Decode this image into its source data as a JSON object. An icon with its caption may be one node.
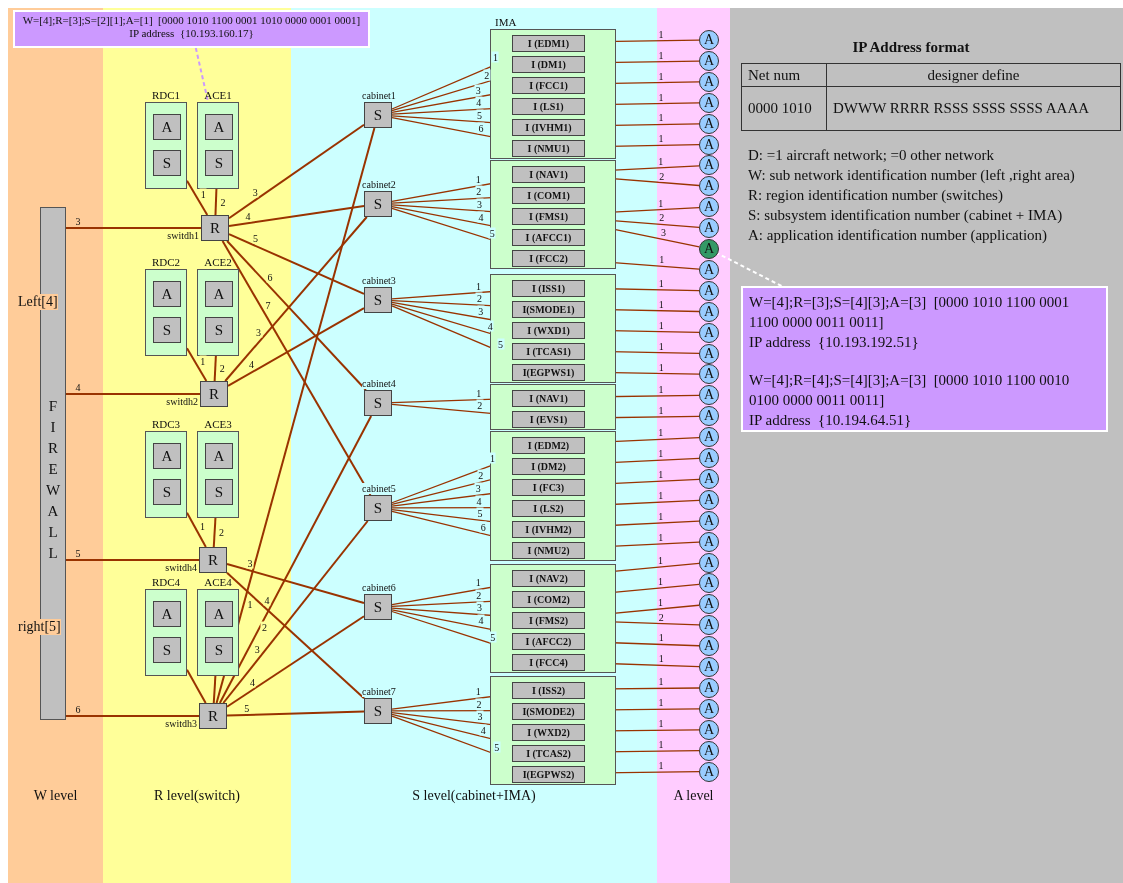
{
  "diagram": {
    "nodes": [
      {
        "text": [
          "W level"
        ]
      },
      {
        "text": [
          "R level(switch)"
        ]
      },
      {
        "text": [
          "S level(cabinet+IMA)"
        ]
      },
      {
        "text": [
          "A level"
        ]
      },
      {
        "text": [
          "FIREWALL"
        ],
        "beside": [
          "Left[4]",
          "right[5]"
        ],
        "in": 0
      },
      {
        "text": [
          "RDC1"
        ],
        "in": 1
      },
      {
        "text": [
          "A"
        ],
        "in": 5
      },
      {
        "text": [
          "S"
        ],
        "in": 5
      },
      {
        "text": [
          "ACE1"
        ],
        "in": 1
      },
      {
        "text": [
          "A"
        ],
        "in": 8
      },
      {
        "text": [
          "S"
        ],
        "in": 8
      },
      {
        "text": [
          "R"
        ],
        "beside": [
          "switdh1"
        ],
        "in": 1
      },
      {
        "text": [
          "RDC2"
        ],
        "in": 1
      },
      {
        "text": [
          "A"
        ],
        "in": 12
      },
      {
        "text": [
          "S"
        ],
        "in": 12
      },
      {
        "text": [
          "ACE2"
        ],
        "in": 1
      },
      {
        "text": [
          "A"
        ],
        "in": 15
      },
      {
        "text": [
          "S"
        ],
        "in": 15
      },
      {
        "text": [
          "R"
        ],
        "beside": [
          "switdh2"
        ],
        "in": 1
      },
      {
        "text": [
          "RDC3"
        ],
        "in": 1
      },
      {
        "text": [
          "A"
        ],
        "in": 19
      },
      {
        "text": [
          "S"
        ],
        "in": 19
      },
      {
        "text": [
          "ACE3"
        ],
        "in": 1
      },
      {
        "text": [
          "A"
        ],
        "in": 22
      },
      {
        "text": [
          "S"
        ],
        "in": 22
      },
      {
        "text": [
          "R"
        ],
        "beside": [
          "switdh4"
        ],
        "in": 1
      },
      {
        "text": [
          "RDC4"
        ],
        "in": 1
      },
      {
        "text": [
          "A"
        ],
        "in": 26
      },
      {
        "text": [
          "S"
        ],
        "in": 26
      },
      {
        "text": [
          "ACE4"
        ],
        "in": 1
      },
      {
        "text": [
          "A"
        ],
        "in": 29
      },
      {
        "text": [
          "S"
        ],
        "in": 29
      },
      {
        "text": [
          "R"
        ],
        "beside": [
          "switdh3"
        ],
        "in": 1
      },
      {
        "text": [
          "S"
        ],
        "beside": [
          "cabinet1"
        ],
        "in": 2
      },
      {
        "text": [
          "S"
        ],
        "beside": [
          "cabinet2"
        ],
        "in": 2
      },
      {
        "text": [
          "S"
        ],
        "beside": [
          "cabinet3"
        ],
        "in": 2
      },
      {
        "text": [
          "S"
        ],
        "beside": [
          "cabinet4"
        ],
        "in": 2
      },
      {
        "text": [
          "S"
        ],
        "beside": [
          "cabinet5"
        ],
        "in": 2
      },
      {
        "text": [
          "S"
        ],
        "beside": [
          "cabinet6"
        ],
        "in": 2
      },
      {
        "text": [
          "S"
        ],
        "beside": [
          "cabinet7"
        ],
        "in": 2
      },
      {
        "text": [
          "IMA"
        ],
        "in": 2
      },
      {
        "text": [
          "I (EDM1)"
        ],
        "in": 40
      },
      {
        "text": [
          "I (DM1)"
        ],
        "in": 40
      },
      {
        "text": [
          "I (FCC1)"
        ],
        "in": 40
      },
      {
        "text": [
          "I (LS1)"
        ],
        "in": 40
      },
      {
        "text": [
          "I (IVHM1)"
        ],
        "in": 40
      },
      {
        "text": [
          "I (NMU1)"
        ],
        "in": 40
      },
      {
        "text": [],
        "shape": "box",
        "in": 2
      },
      {
        "text": [
          "I (NAV1)"
        ],
        "in": 47
      },
      {
        "text": [
          "I (COM1)"
        ],
        "in": 47
      },
      {
        "text": [
          "I (FMS1)"
        ],
        "in": 47
      },
      {
        "text": [
          "I (AFCC1)"
        ],
        "in": 47
      },
      {
        "text": [
          "I (FCC2)"
        ],
        "in": 47
      },
      {
        "text": [],
        "shape": "box",
        "in": 2
      },
      {
        "text": [
          "I (ISS1)"
        ],
        "in": 53
      },
      {
        "text": [
          "I(SMODE1)"
        ],
        "in": 53
      },
      {
        "text": [
          "I (WXD1)"
        ],
        "in": 53
      },
      {
        "text": [
          "I (TCAS1)"
        ],
        "in": 53
      },
      {
        "text": [
          "I(EGPWS1)"
        ],
        "in": 53
      },
      {
        "text": [],
        "shape": "box",
        "in": 2
      },
      {
        "text": [
          "I (NAV1)"
        ],
        "in": 59
      },
      {
        "text": [
          "I (EVS1)"
        ],
        "in": 59
      },
      {
        "text": [],
        "shape": "box",
        "in": 2
      },
      {
        "text": [
          "I (EDM2)"
        ],
        "in": 62
      },
      {
        "text": [
          "I (DM2)"
        ],
        "in": 62
      },
      {
        "text": [
          "I (FC3)"
        ],
        "in": 62
      },
      {
        "text": [
          "I (LS2)"
        ],
        "in": 62
      },
      {
        "text": [
          "I (IVHM2)"
        ],
        "in": 62
      },
      {
        "text": [
          "I (NMU2)"
        ],
        "in": 62
      },
      {
        "text": [],
        "shape": "box",
        "in": 2
      },
      {
        "text": [
          "I (NAV2)"
        ],
        "in": 69
      },
      {
        "text": [
          "I (COM2)"
        ],
        "in": 69
      },
      {
        "text": [
          "I (FMS2)"
        ],
        "in": 69
      },
      {
        "text": [
          "I (AFCC2)"
        ],
        "in": 69
      },
      {
        "text": [
          "I (FCC4)"
        ],
        "in": 69
      },
      {
        "text": [],
        "shape": "box",
        "in": 2
      },
      {
        "text": [
          "I (ISS2)"
        ],
        "in": 75
      },
      {
        "text": [
          "I(SMODE2)"
        ],
        "in": 75
      },
      {
        "text": [
          "I (WXD2)"
        ],
        "in": 75
      },
      {
        "text": [
          "I (TCAS2)"
        ],
        "in": 75
      },
      {
        "text": [
          "I(EGPWS2)"
        ],
        "in": 75
      },
      {
        "text": [
          "A"
        ],
        "in": 3
      },
      {
        "text": [
          "A"
        ],
        "in": 3
      },
      {
        "text": [
          "A"
        ],
        "in": 3
      },
      {
        "text": [
          "A"
        ],
        "in": 3
      },
      {
        "text": [
          "A"
        ],
        "in": 3
      },
      {
        "text": [
          "A"
        ],
        "in": 3
      },
      {
        "text": [
          "A"
        ],
        "in": 3
      },
      {
        "text": [
          "A"
        ],
        "in": 3
      },
      {
        "text": [
          "A"
        ],
        "in": 3
      },
      {
        "text": [
          "A"
        ],
        "in": 3
      },
      {
        "text": [
          "A"
        ],
        "in": 3
      },
      {
        "text": [
          "A"
        ],
        "in": 3
      },
      {
        "text": [
          "A"
        ],
        "in": 3
      },
      {
        "text": [
          "A"
        ],
        "in": 3
      },
      {
        "text": [
          "A"
        ],
        "in": 3
      },
      {
        "text": [
          "A"
        ],
        "in": 3
      },
      {
        "text": [
          "A"
        ],
        "in": 3
      },
      {
        "text": [
          "A"
        ],
        "in": 3
      },
      {
        "text": [
          "A"
        ],
        "in": 3
      },
      {
        "text": [
          "A"
        ],
        "in": 3
      },
      {
        "text": [
          "A"
        ],
        "in": 3
      },
      {
        "text": [
          "A"
        ],
        "in": 3
      },
      {
        "text": [
          "A"
        ],
        "in": 3
      },
      {
        "text": [
          "A"
        ],
        "in": 3
      },
      {
        "text": [
          "A"
        ],
        "in": 3
      },
      {
        "text": [
          "A"
        ],
        "in": 3
      },
      {
        "text": [
          "A"
        ],
        "in": 3
      },
      {
        "text": [
          "A"
        ],
        "in": 3
      },
      {
        "text": [
          "A"
        ],
        "in": 3
      },
      {
        "text": [
          "A"
        ],
        "in": 3
      },
      {
        "text": [
          "A"
        ],
        "in": 3
      },
      {
        "text": [
          "A"
        ],
        "in": 3
      },
      {
        "text": [
          "A"
        ],
        "in": 3
      },
      {
        "text": [
          "A"
        ],
        "in": 3
      },
      {
        "text": [
          "A"
        ],
        "in": 3
      },
      {
        "text": [
          "A"
        ],
        "in": 3
      },
      {
        "text": [
          "W=[4];R=[3];S=[2][1];A=[1]  [0000 1010 1100 0001 1010 0000 0001 0001]",
          "IP address  {10.193.160.17}"
        ]
      },
      {
        "text": [
          "W=[4];R=[3];S=[4][3];A=[3]  [0000 1010 1100 0001 1100 0000 0011 0011]",
          "IP address  {10.193.192.51}",
          "W=[4];R=[4];S=[4][3];A=[3]  [0000 1010 1100 0010 0100 0000 0011 0011]",
          "IP address  {10.194.64.51}"
        ]
      }
    ],
    "edges": [
      {
        "from": 4,
        "to": 11,
        "arrow": "none",
        "label": "3"
      },
      {
        "from": 4,
        "to": 18,
        "arrow": "none",
        "label": "4"
      },
      {
        "from": 4,
        "to": 25,
        "arrow": "none",
        "label": "5"
      },
      {
        "from": 4,
        "to": 32,
        "arrow": "none",
        "label": "6"
      },
      {
        "from": 5,
        "to": 11,
        "arrow": "none",
        "label": "1"
      },
      {
        "from": 8,
        "to": 11,
        "arrow": "none",
        "label": "2"
      },
      {
        "from": 12,
        "to": 18,
        "arrow": "none",
        "label": "1"
      },
      {
        "from": 15,
        "to": 18,
        "arrow": "none",
        "label": "2"
      },
      {
        "from": 19,
        "to": 25,
        "arrow": "none",
        "label": "1"
      },
      {
        "from": 22,
        "to": 25,
        "arrow": "none",
        "label": "2"
      },
      {
        "from": 26,
        "to": 32,
        "arrow": "none"
      },
      {
        "from": 29,
        "to": 32,
        "arrow": "none"
      },
      {
        "from": 11,
        "to": 33,
        "arrow": "none",
        "label": "3"
      },
      {
        "from": 11,
        "to": 34,
        "arrow": "none",
        "label": "4"
      },
      {
        "from": 11,
        "to": 35,
        "arrow": "none",
        "label": "5"
      },
      {
        "from": 11,
        "to": 36,
        "arrow": "none",
        "label": "6"
      },
      {
        "from": 11,
        "to": 37,
        "arrow": "none",
        "label": "7"
      },
      {
        "from": 18,
        "to": 34,
        "arrow": "none",
        "label": "3"
      },
      {
        "from": 18,
        "to": 35,
        "arrow": "none",
        "label": "4"
      },
      {
        "from": 25,
        "to": 38,
        "arrow": "none",
        "label": "3"
      },
      {
        "from": 25,
        "to": 39,
        "arrow": "none",
        "label": "4"
      },
      {
        "from": 32,
        "to": 33,
        "arrow": "none",
        "label": "1"
      },
      {
        "from": 32,
        "to": 36,
        "arrow": "none",
        "label": "2"
      },
      {
        "from": 32,
        "to": 37,
        "arrow": "none",
        "label": "3"
      },
      {
        "from": 32,
        "to": 38,
        "arrow": "none",
        "label": "4"
      },
      {
        "from": 32,
        "to": 39,
        "arrow": "none",
        "label": "5"
      },
      {
        "from": 33,
        "to": 41,
        "arrow": "none",
        "label": "1"
      },
      {
        "from": 33,
        "to": 42,
        "arrow": "none",
        "label": "2"
      },
      {
        "from": 33,
        "to": 43,
        "arrow": "none",
        "label": "3"
      },
      {
        "from": 33,
        "to": 44,
        "arrow": "none",
        "label": "4"
      },
      {
        "from": 33,
        "to": 45,
        "arrow": "none",
        "label": "5"
      },
      {
        "from": 33,
        "to": 46,
        "arrow": "none",
        "label": "6"
      },
      {
        "from": 34,
        "to": 48,
        "arrow": "none",
        "label": "1"
      },
      {
        "from": 34,
        "to": 49,
        "arrow": "none",
        "label": "2"
      },
      {
        "from": 34,
        "to": 50,
        "arrow": "none",
        "label": "3"
      },
      {
        "from": 34,
        "to": 51,
        "arrow": "none",
        "label": "4"
      },
      {
        "from": 34,
        "to": 52,
        "arrow": "none",
        "label": "5"
      },
      {
        "from": 35,
        "to": 54,
        "arrow": "none",
        "label": "1"
      },
      {
        "from": 35,
        "to": 55,
        "arrow": "none",
        "label": "2"
      },
      {
        "from": 35,
        "to": 56,
        "arrow": "none",
        "label": "3"
      },
      {
        "from": 35,
        "to": 57,
        "arrow": "none",
        "label": "4"
      },
      {
        "from": 35,
        "to": 58,
        "arrow": "none",
        "label": "5"
      },
      {
        "from": 36,
        "to": 60,
        "arrow": "none",
        "label": "1"
      },
      {
        "from": 36,
        "to": 61,
        "arrow": "none",
        "label": "2"
      },
      {
        "from": 37,
        "to": 63,
        "arrow": "none",
        "label": "1"
      },
      {
        "from": 37,
        "to": 64,
        "arrow": "none",
        "label": "2"
      },
      {
        "from": 37,
        "to": 65,
        "arrow": "none",
        "label": "3"
      },
      {
        "from": 37,
        "to": 66,
        "arrow": "none",
        "label": "4"
      },
      {
        "from": 37,
        "to": 67,
        "arrow": "none",
        "label": "5"
      },
      {
        "from": 37,
        "to": 68,
        "arrow": "none",
        "label": "6"
      },
      {
        "from": 38,
        "to": 70,
        "arrow": "none",
        "label": "1"
      },
      {
        "from": 38,
        "to": 71,
        "arrow": "none",
        "label": "2"
      },
      {
        "from": 38,
        "to": 72,
        "arrow": "none",
        "label": "3"
      },
      {
        "from": 38,
        "to": 73,
        "arrow": "none",
        "label": "4"
      },
      {
        "from": 38,
        "to": 74,
        "arrow": "none",
        "label": "5"
      },
      {
        "from": 39,
        "to": 76,
        "arrow": "none",
        "label": "1"
      },
      {
        "from": 39,
        "to": 77,
        "arrow": "none",
        "label": "2"
      },
      {
        "from": 39,
        "to": 78,
        "arrow": "none",
        "label": "3"
      },
      {
        "from": 39,
        "to": 79,
        "arrow": "none",
        "label": "4"
      },
      {
        "from": 39,
        "to": 80,
        "arrow": "none",
        "label": "5"
      },
      {
        "from": 41,
        "to": 81,
        "arrow": "none",
        "label": "1"
      },
      {
        "from": 42,
        "to": 82,
        "arrow": "none",
        "label": "1"
      },
      {
        "from": 43,
        "to": 83,
        "arrow": "none",
        "label": "1"
      },
      {
        "from": 44,
        "to": 84,
        "arrow": "none",
        "label": "1"
      },
      {
        "from": 45,
        "to": 85,
        "arrow": "none",
        "label": "1"
      },
      {
        "from": 46,
        "to": 86,
        "arrow": "none",
        "label": "1"
      },
      {
        "from": 48,
        "to": 87,
        "arrow": "none",
        "label": "1"
      },
      {
        "from": 48,
        "to": 88,
        "arrow": "none",
        "label": "2"
      },
      {
        "from": 50,
        "to": 89,
        "arrow": "none",
        "label": "1"
      },
      {
        "from": 50,
        "to": 90,
        "arrow": "none",
        "label": "2"
      },
      {
        "from": 50,
        "to": 91,
        "arrow": "none",
        "label": "3"
      },
      {
        "from": 52,
        "to": 92,
        "arrow": "none",
        "label": "1"
      },
      {
        "from": 54,
        "to": 93,
        "arrow": "none",
        "label": "1"
      },
      {
        "from": 55,
        "to": 94,
        "arrow": "none",
        "label": "1"
      },
      {
        "from": 56,
        "to": 95,
        "arrow": "none",
        "label": "1"
      },
      {
        "from": 57,
        "to": 96,
        "arrow": "none",
        "label": "1"
      },
      {
        "from": 58,
        "to": 97,
        "arrow": "none",
        "label": "1"
      },
      {
        "from": 60,
        "to": 98,
        "arrow": "none",
        "label": "1"
      },
      {
        "from": 61,
        "to": 99,
        "arrow": "none",
        "label": "1"
      },
      {
        "from": 63,
        "to": 100,
        "arrow": "none",
        "label": "1"
      },
      {
        "from": 64,
        "to": 101,
        "arrow": "none",
        "label": "1"
      },
      {
        "from": 65,
        "to": 102,
        "arrow": "none",
        "label": "1"
      },
      {
        "from": 66,
        "to": 103,
        "arrow": "none",
        "label": "1"
      },
      {
        "from": 67,
        "to": 104,
        "arrow": "none",
        "label": "1"
      },
      {
        "from": 68,
        "to": 105,
        "arrow": "none",
        "label": "1"
      },
      {
        "from": 70,
        "to": 106,
        "arrow": "none",
        "label": "1"
      },
      {
        "from": 71,
        "to": 107,
        "arrow": "none",
        "label": "1"
      },
      {
        "from": 72,
        "to": 108,
        "arrow": "none",
        "label": "1"
      },
      {
        "from": 72,
        "to": 109,
        "arrow": "none",
        "label": "2"
      },
      {
        "from": 73,
        "to": 110,
        "arrow": "none",
        "label": "1"
      },
      {
        "from": 74,
        "to": 111,
        "arrow": "none",
        "label": "1"
      },
      {
        "from": 76,
        "to": 112,
        "arrow": "none",
        "label": "1"
      },
      {
        "from": 77,
        "to": 113,
        "arrow": "none",
        "label": "1"
      },
      {
        "from": 78,
        "to": 114,
        "arrow": "none",
        "label": "1"
      },
      {
        "from": 79,
        "to": 115,
        "arrow": "none",
        "label": "1"
      },
      {
        "from": 80,
        "to": 116,
        "arrow": "none",
        "label": "1"
      },
      {
        "from": 117,
        "to": 8,
        "arrow": "none",
        "style": "dashed",
        "color": "#cc99ff"
      },
      {
        "from": 118,
        "to": 91,
        "arrow": "none",
        "style": "dashed",
        "color": "#ffffff"
      }
    ],
    "labels": [
      "IP Address format",
      "Net num",
      "designer define",
      "0000 1010",
      "DWWW RRRR RSSS SSSS SSSS AAAA",
      "D: =1 aircraft network; =0 other network",
      "W: sub network identification number (left ,right area)",
      "R: region identification number (switches)",
      "S: subsystem identification number (cabinet + IMA)",
      "A: application identification number (application)"
    ]
  }
}
